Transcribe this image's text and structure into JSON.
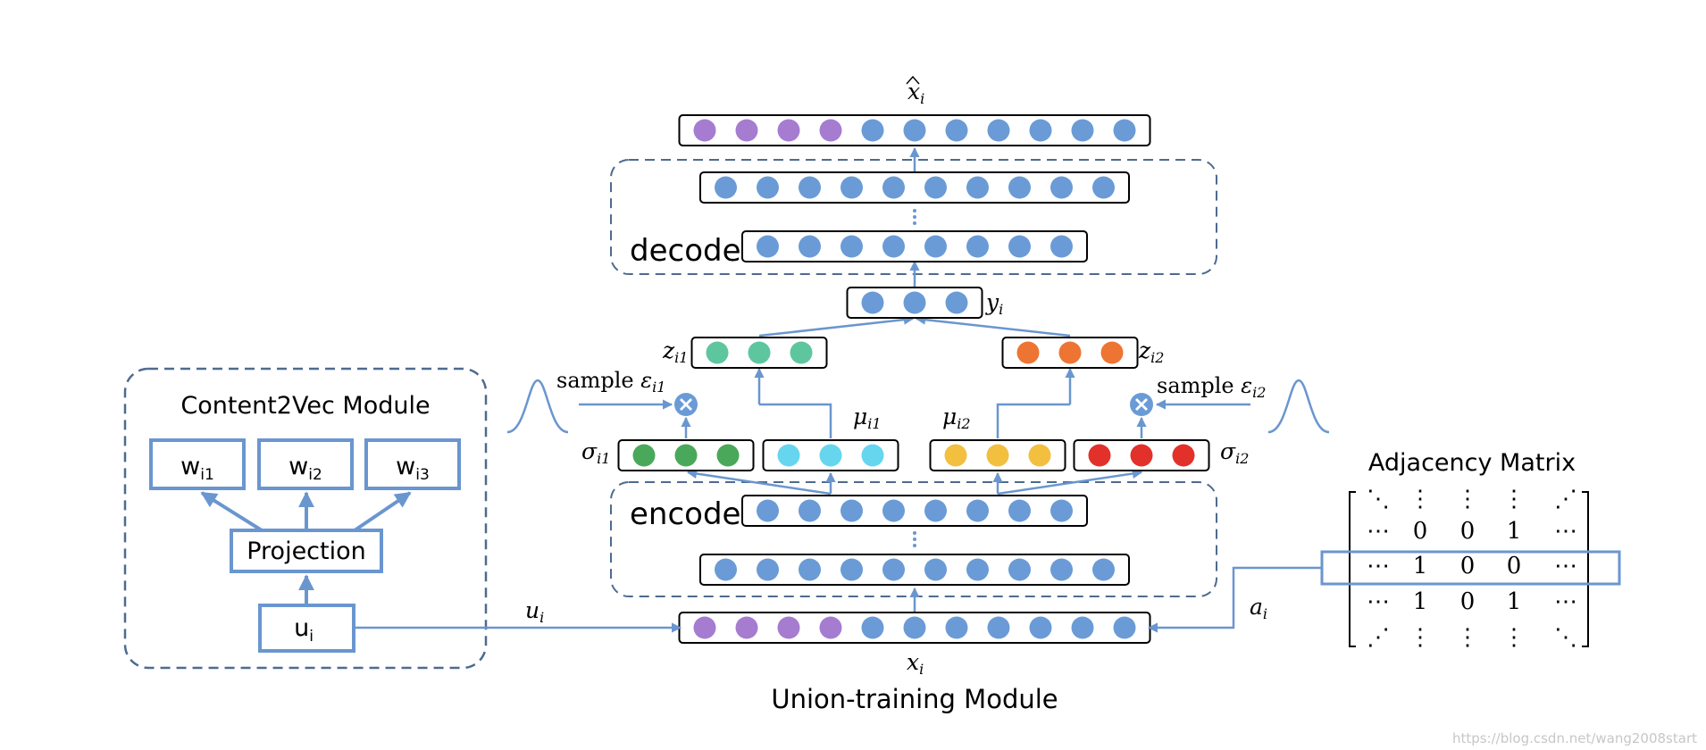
{
  "content2vec": {
    "title": "Content2Vec Module",
    "w1_base": "w",
    "w1_sub": "i1",
    "w2_base": "w",
    "w2_sub": "i2",
    "w3_base": "w",
    "w3_sub": "i3",
    "projection": "Projection",
    "u_base": "u",
    "u_sub": "i"
  },
  "union": {
    "title": "Union-training Module",
    "decoder_label": "decoder",
    "encoder_label": "encoder",
    "xhat_base": "x",
    "xhat_sub": "i",
    "y_base": "y",
    "y_sub": "i",
    "z1_base": "z",
    "z1_sub": "i1",
    "z2_base": "z",
    "z2_sub": "i2",
    "mu1_base": "μ",
    "mu1_sub": "i1",
    "mu2_base": "μ",
    "mu2_sub": "i2",
    "sigma1_base": "σ",
    "sigma1_sub": "i1",
    "sigma2_base": "σ",
    "sigma2_sub": "i2",
    "sample1_text": "sample ",
    "eps1_base": "ε",
    "eps1_sub": "i1",
    "sample2_text": "sample ",
    "eps2_base": "ε",
    "eps2_sub": "i2",
    "x_base": "x",
    "x_sub": "i",
    "u_edge_base": "u",
    "u_edge_sub": "i",
    "a_edge_base": "a",
    "a_edge_sub": "i"
  },
  "adjacency": {
    "title": "Adjacency Matrix",
    "rows": [
      [
        "⋱",
        "⋮",
        "⋮",
        "⋮",
        "⋰"
      ],
      [
        "⋯",
        "0",
        "0",
        "1",
        "⋯"
      ],
      [
        "⋯",
        "1",
        "0",
        "0",
        "⋯"
      ],
      [
        "⋯",
        "1",
        "0",
        "1",
        "⋯"
      ],
      [
        "⋰",
        "⋮",
        "⋮",
        "⋮",
        "⋱"
      ]
    ]
  },
  "watermark": "https://blog.csdn.net/wang2008start",
  "colors": {
    "blue": "#6a9bd6",
    "purple": "#a57cd0",
    "teal": "#5ec69f",
    "orange": "#ee7433",
    "cyan": "#66d6ee",
    "yellow": "#f2bf3f",
    "green": "#4aa85a",
    "red": "#e2312b",
    "line": "#6a96cf",
    "dash": "#4d6b8f"
  }
}
